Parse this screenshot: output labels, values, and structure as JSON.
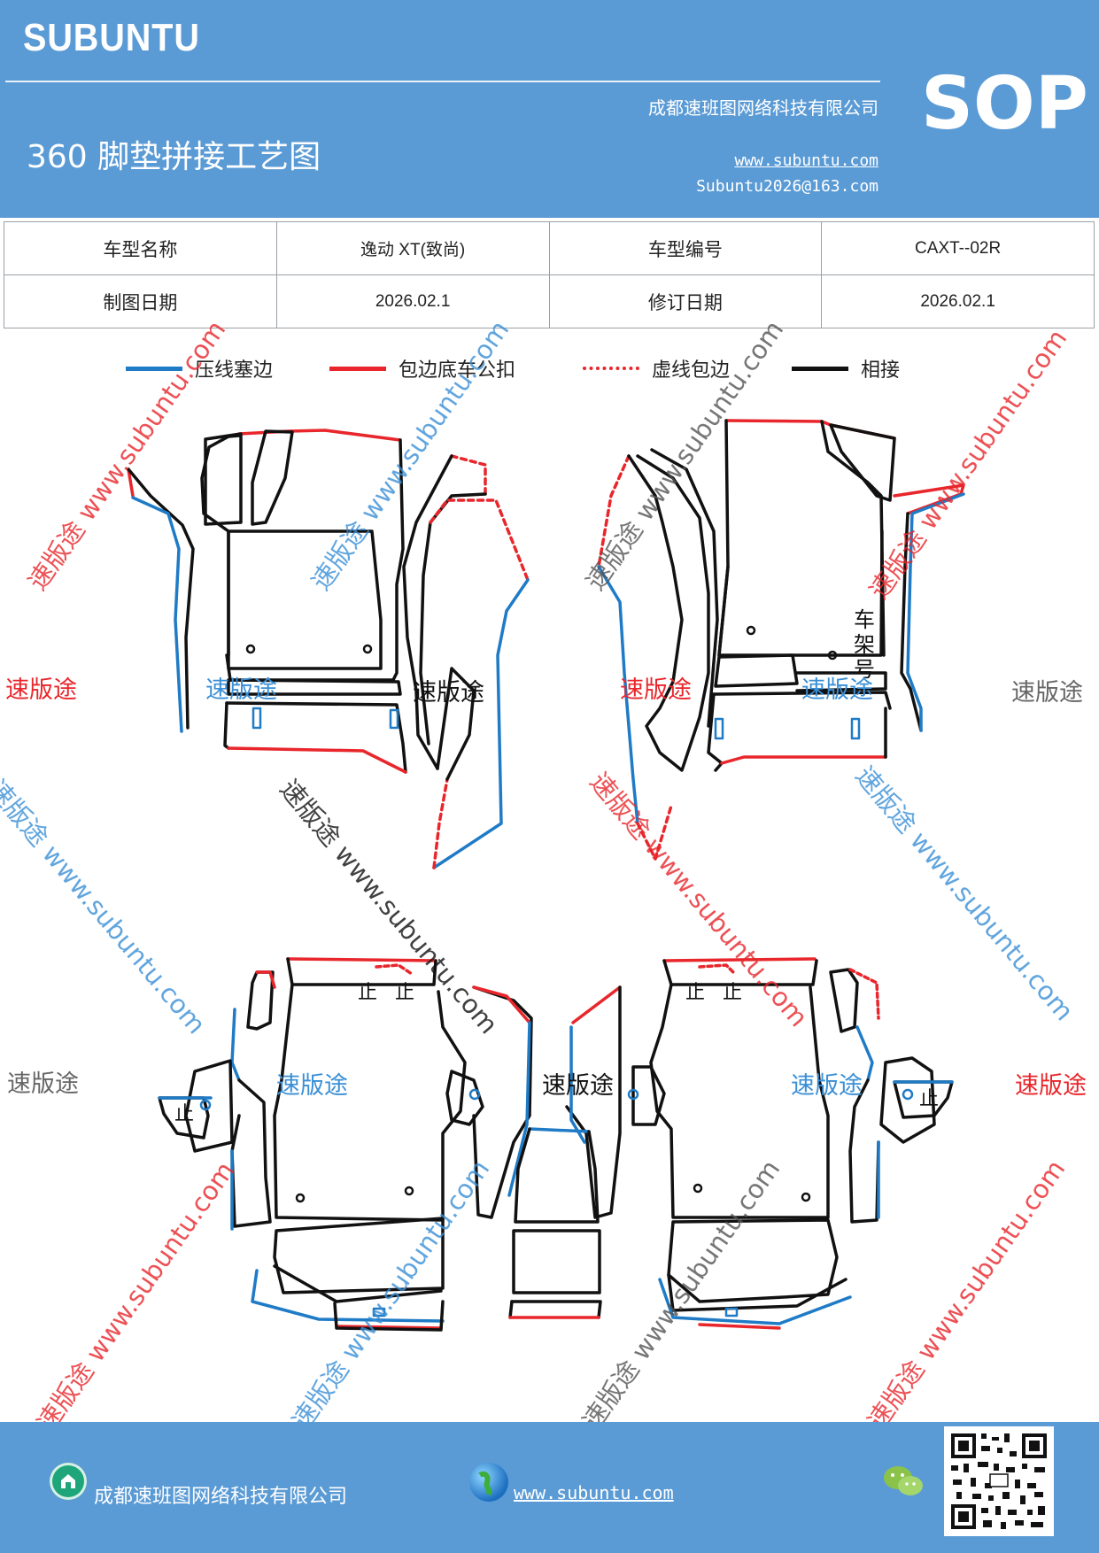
{
  "header": {
    "brand": "SUBUNTU",
    "company": "成都速班图网络科技有限公司",
    "title": "360 脚垫拼接工艺图",
    "url": "www.subuntu.com",
    "email": "Subuntu2026@163.com",
    "doc_type": "SOP"
  },
  "info_table": {
    "model_name_label": "车型名称",
    "model_name_value": "逸动 XT(致尚)",
    "model_code_label": "车型编号",
    "model_code_value": "CAXT--02R",
    "draw_date_label": "制图日期",
    "draw_date_value": "2026.02.1",
    "revision_date_label": "修订日期",
    "revision_date_value": "2026.02.1"
  },
  "legend": [
    {
      "label": "压线塞边",
      "color": "#1f7bc6",
      "style": "solid"
    },
    {
      "label": "包边底车公扣",
      "color": "#e8262b",
      "style": "solid"
    },
    {
      "label": "虚线包边",
      "color": "#e8262b",
      "style": "dashed"
    },
    {
      "label": "相接",
      "color": "#111111",
      "style": "solid"
    }
  ],
  "diagram_labels": {
    "frame_number": "车架号",
    "mark_char": "止"
  },
  "watermarks": {
    "brand_cn": "速版途",
    "diag_text": "速版途 www.subuntu.com",
    "diag_text_reverse": "速版途 www.subuntu.com"
  },
  "footer": {
    "company": "成都速班图网络科技有限公司",
    "url": "www.subuntu.com"
  },
  "colors": {
    "header_bg": "#5b9bd5",
    "blue_line": "#1f7bc6",
    "red_line": "#e8262b",
    "black_line": "#111111"
  }
}
